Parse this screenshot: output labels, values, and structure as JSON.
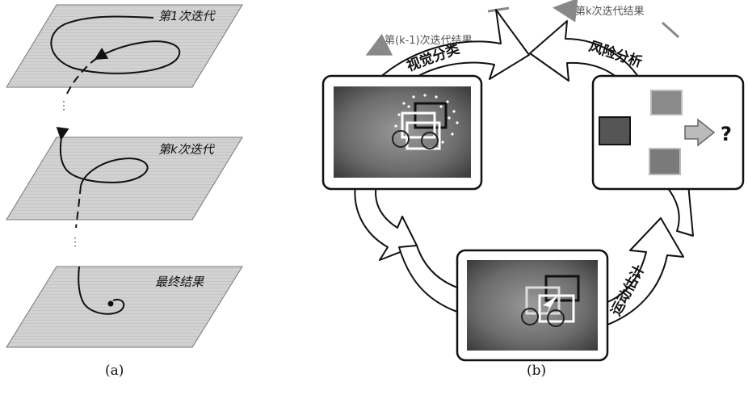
{
  "panel_a": {
    "plane_labels": [
      "第1次迭代",
      "第k次迭代",
      "最终结果"
    ],
    "caption": "(a)"
  },
  "panel_b": {
    "arrows": {
      "visual_classification": "视觉分类",
      "risk_analysis": "风险分析",
      "motion_estimation": "运动估计"
    },
    "iteration_labels": {
      "previous_result": "第(k-1)次迭代结果",
      "current_result": "第k次迭代结果"
    },
    "question_mark": "?",
    "caption": "(b)"
  },
  "colors": {
    "plane_fill": "#c8c8c8",
    "arrow_fill": "#ffffff",
    "grey_text": "#6e6e6e"
  }
}
